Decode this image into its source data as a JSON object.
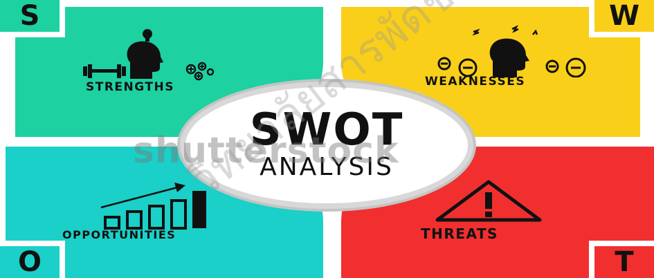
{
  "colors": {
    "strengths": "#1dd1a1",
    "weaknesses": "#f9cf1a",
    "opportunities": "#1ad0c8",
    "threats": "#f12f2f",
    "ink": "#111111"
  },
  "quadrants": {
    "strengths": {
      "letter": "S",
      "label": "STRENGTHS",
      "icon": "head-with-dumbbell-icon"
    },
    "weaknesses": {
      "letter": "W",
      "label": "WEAKNESSES",
      "icon": "head-with-minus-signs-icon"
    },
    "opportunities": {
      "letter": "O",
      "label": "OPPORTUNITIES",
      "icon": "growth-bar-chart-icon"
    },
    "threats": {
      "letter": "T",
      "label": "THREATS",
      "icon": "warning-triangle-icon"
    }
  },
  "center": {
    "title": "SWOT",
    "subtitle": "ANALYSIS"
  },
  "watermarks": {
    "stock": "shutterstock",
    "thai": "วิทยาลัยสารพัดช่างสกลนคร"
  }
}
